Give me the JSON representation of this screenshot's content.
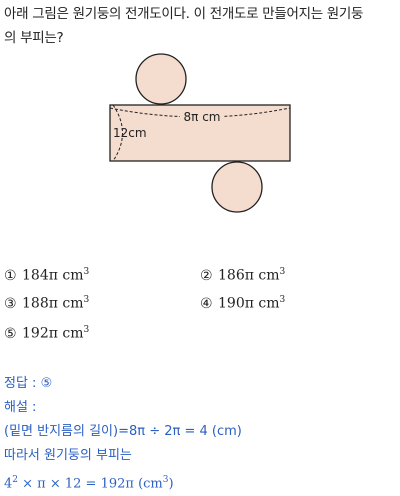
{
  "question": {
    "line1": "아래 그림은 원기둥의 전개도이다. 이 전개도로 만들어지는 원기둥",
    "line2": "의 부피는?"
  },
  "figure": {
    "width_label": "8π cm",
    "height_label": "12cm",
    "fill_color": "#f4dccf",
    "stroke_color": "#222222"
  },
  "choices": [
    {
      "num": "①",
      "value": "184π cm",
      "exp": "3"
    },
    {
      "num": "②",
      "value": "186π cm",
      "exp": "3"
    },
    {
      "num": "③",
      "value": "188π cm",
      "exp": "3"
    },
    {
      "num": "④",
      "value": "190π cm",
      "exp": "3"
    },
    {
      "num": "⑤",
      "value": "192π cm",
      "exp": "3"
    }
  ],
  "solution": {
    "answer": "정답 : ⑤",
    "heading": "해설 :",
    "step1": "(밑면 반지름의 길이)=8π ÷ 2π = 4 (cm)",
    "step2": "따라서 원기둥의 부피는",
    "step3_base": "4",
    "step3_exp": "2",
    "step3_rest": " × π × 12 = 192π (cm",
    "step3_unit_exp": "3",
    "step3_close": ")"
  },
  "colors": {
    "answer_text": "#2a5fc4",
    "figure_fill": "#f4dccf"
  }
}
